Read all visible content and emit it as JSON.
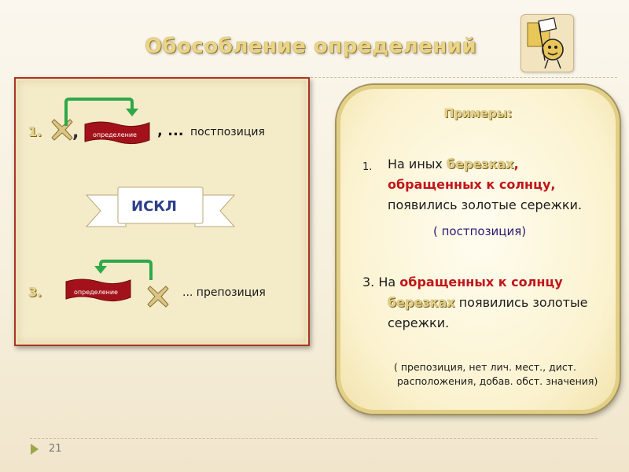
{
  "slide": {
    "title": "Обособление определений",
    "page_number": "21"
  },
  "left": {
    "row1": {
      "number": "1.",
      "comma_left": ",",
      "banner_label": "определение",
      "trailing": ", ...",
      "text": "постпозиция"
    },
    "exception": "ИСКЛ",
    "row3": {
      "number": "3.",
      "banner_label": "определение",
      "text": "... препозиция"
    }
  },
  "right": {
    "title": "Примеры:",
    "ex1": {
      "number": "1.",
      "line1_a": "На иных ",
      "line1_b": "березках",
      "line1_c": ",",
      "line2": "обращенных к солнцу,",
      "line3": "появились золотые сережки.",
      "label": "( постпозиция)"
    },
    "ex3": {
      "line1_a": "3. На ",
      "line1_b": "обращенных к солнцу",
      "line2_a": "березках",
      "line2_b": " появились золотые",
      "line3": "сережки.",
      "note1": "( препозиция, нет лич. мест., дист.",
      "note2": "расположения, добав. обст. значения)"
    }
  },
  "colors": {
    "accent_gold": "#e6d38a",
    "definition_red": "#c0161a",
    "arrow_green": "#2fa84a",
    "panel_border": "#a8352a",
    "iskl_blue": "#2c3f8a"
  },
  "icons": {
    "mascot": "mascot-with-flag-icon",
    "x_mark": "x-mark-icon",
    "footer": "triangle-arrow-icon"
  }
}
